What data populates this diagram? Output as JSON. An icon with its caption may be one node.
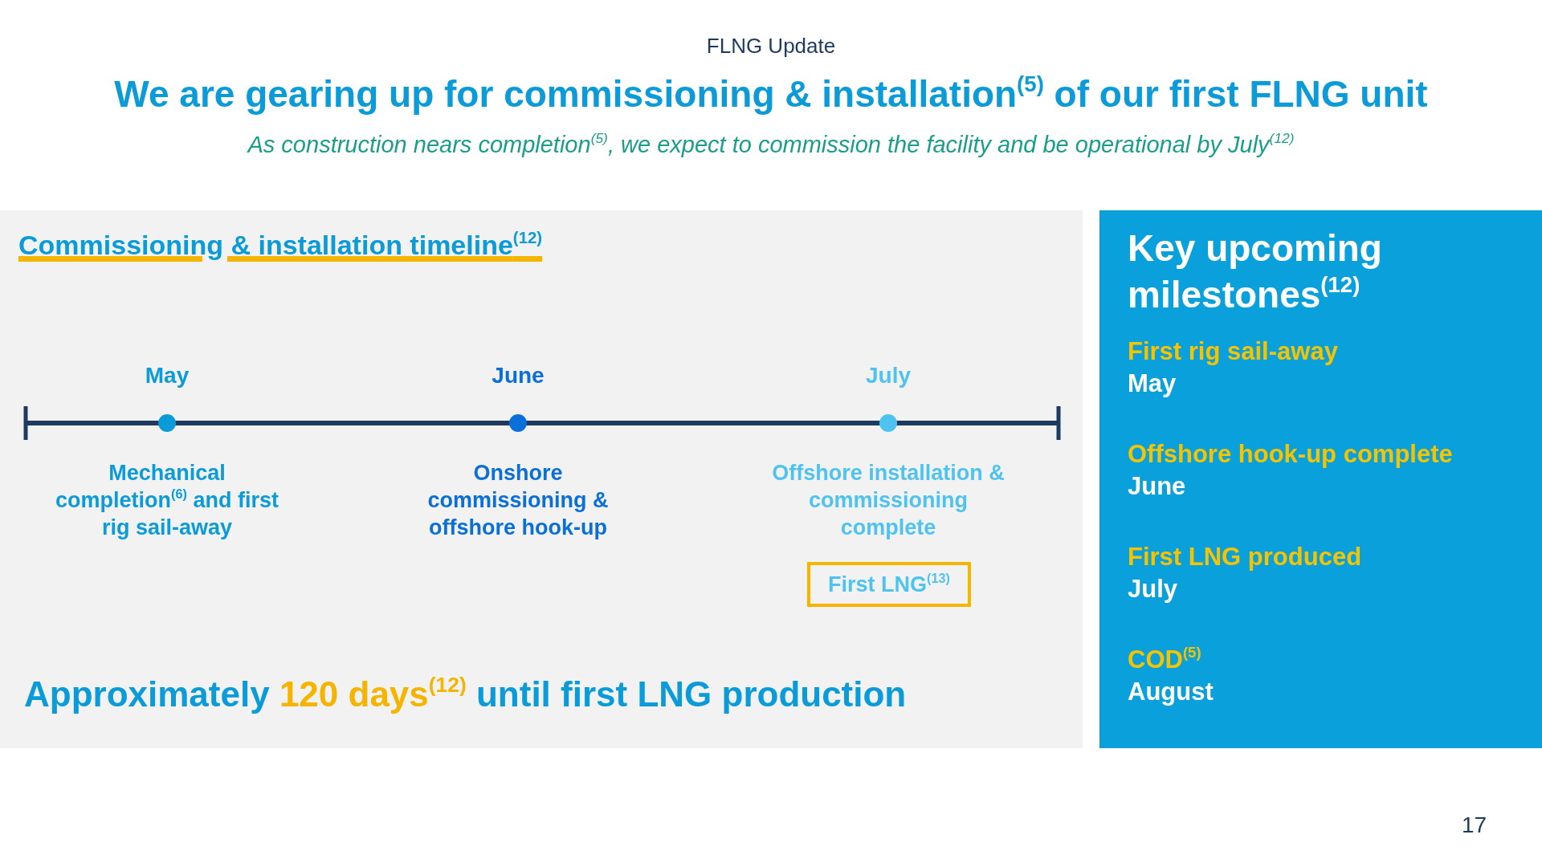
{
  "diagram": {
    "title": "We are gearing up for commissioning & installation$^{(5)}$ of our first FLNG unit",
    "nodes": [
      {
        "text": [
          "Commissioning & installation timeline$^{(12)}$",
          "Approximately **120 days$^{(12)}$** until first LNG production"
        ]
      },
      {
        "text": [
          "First LNG$^{(13)}$"
        ],
        "in": 0
      },
      {
        "text": [
          "Key upcoming milestones$^{(12)}$",
          "First rig sail-away",
          "May",
          "Offshore hook-up complete",
          "June",
          "First LNG produced",
          "July",
          "COD$^{(5)}$",
          "August"
        ]
      }
    ],
    "labels": [
      "FLNG Update",
      "As construction nears completion$^{(5)}$, we expect to commission the facility and be operational by July$^{(12)}$",
      "May",
      "June",
      "July",
      "Mechanical completion$^{(6)}$ and first rig sail-away",
      "Onshore commissioning & offshore hook-up",
      "Offshore installation & commissioning complete",
      "17"
    ]
  }
}
